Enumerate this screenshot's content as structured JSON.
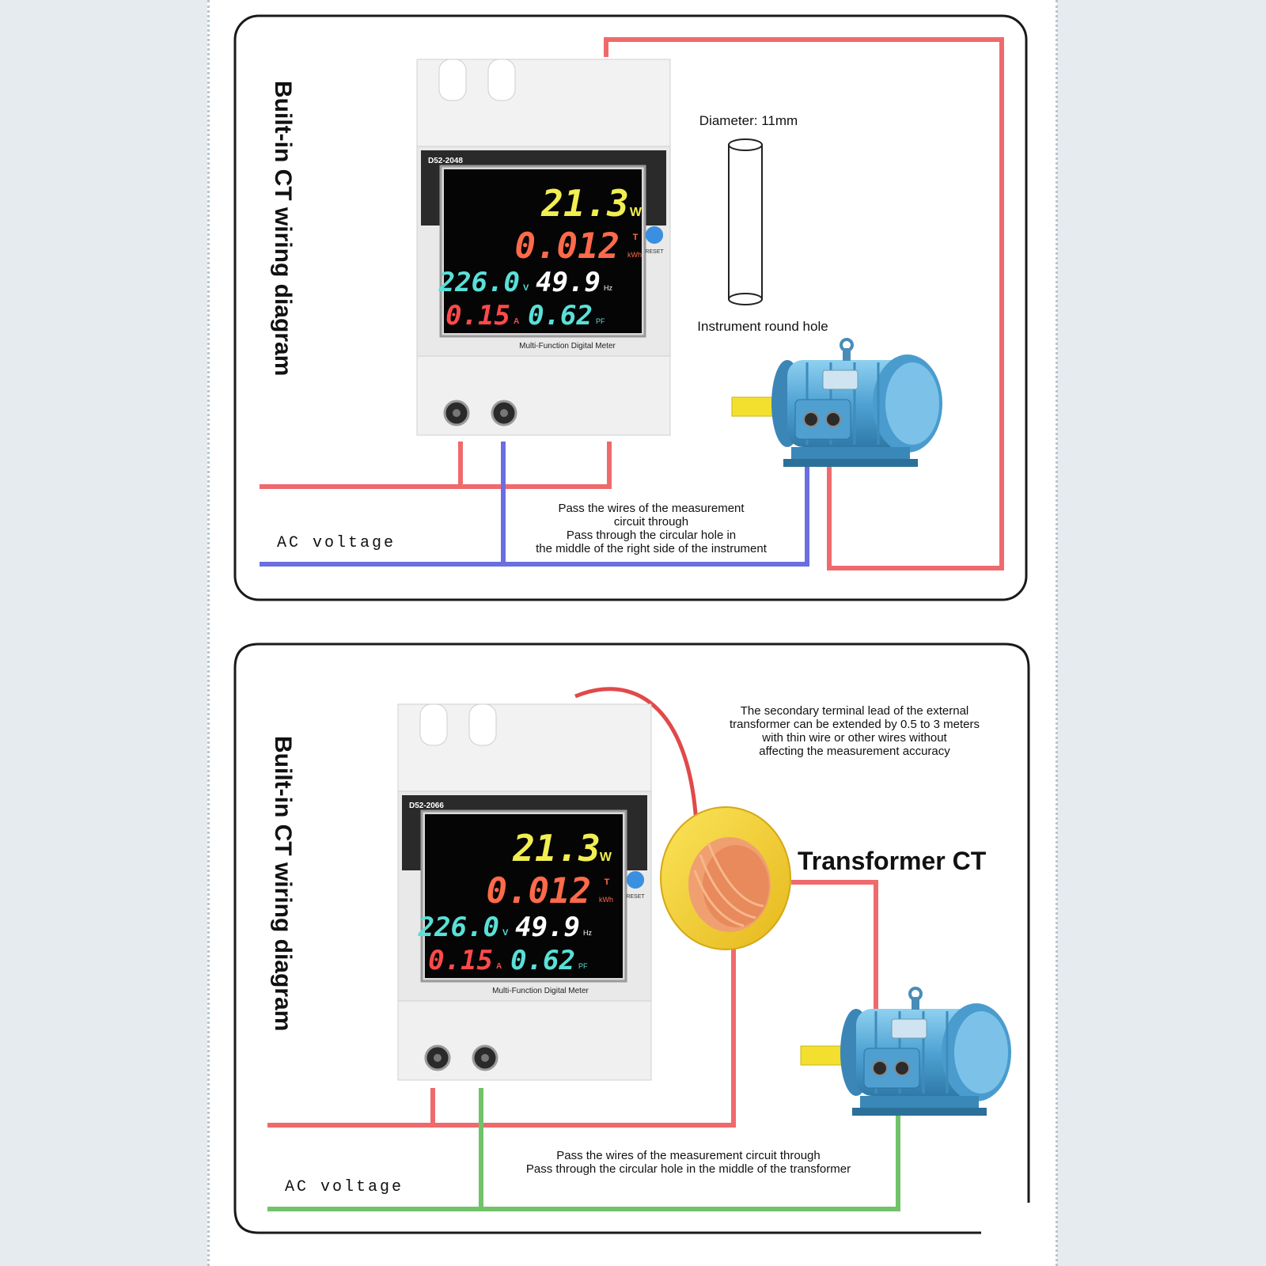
{
  "colors": {
    "page_bg": "#e6ebef",
    "wire_red": "#ef6a6c",
    "wire_blue": "#6b6ee0",
    "wire_green": "#72c26a",
    "motor_blue": "#5aa9d6",
    "ct_yellow": "#f6d533",
    "display_power": "#f1ee52",
    "display_energy": "#ff6a4a",
    "display_voltage": "#59e0d8",
    "display_freq": "#ffffff",
    "display_current": "#ff4a4a",
    "display_pf": "#59e0d8"
  },
  "panels": [
    {
      "title": "Built-in CT wiring diagram",
      "meter": {
        "model": "D52-2048",
        "power_value": "21.3",
        "power_unit": "W",
        "energy_value": "0.012",
        "energy_unit_top": "T",
        "energy_unit": "kWh",
        "voltage_value": "226.0",
        "voltage_unit": "V",
        "frequency_value": "49.9",
        "frequency_unit": "Hz",
        "current_value": "0.15",
        "current_unit": "A",
        "pf_value": "0.62",
        "pf_unit": "PF",
        "button_label": "RESET",
        "caption": "Multi-Function Digital Meter"
      },
      "hole_diameter": "Diameter: 11mm",
      "hole_label": "Instrument round hole",
      "note_lines": [
        "Pass the wires of the measurement",
        "circuit through",
        "Pass through the circular hole in",
        "the middle of the right side of the instrument"
      ],
      "ac_label": "AC voltage"
    },
    {
      "title": "Built-in CT wiring diagram",
      "meter": {
        "model": "D52-2066",
        "power_value": "21.3",
        "power_unit": "W",
        "energy_value": "0.012",
        "energy_unit_top": "T",
        "energy_unit": "kWh",
        "voltage_value": "226.0",
        "voltage_unit": "V",
        "frequency_value": "49.9",
        "frequency_unit": "Hz",
        "current_value": "0.15",
        "current_unit": "A",
        "pf_value": "0.62",
        "pf_unit": "PF",
        "button_label": "RESET",
        "caption": "Multi-Function Digital Meter"
      },
      "transformer_label": "Transformer CT",
      "transformer_note_lines": [
        "The secondary terminal lead of the external",
        "transformer can be extended by 0.5 to 3 meters",
        "with thin wire or other wires without",
        "affecting the measurement accuracy"
      ],
      "note_lines": [
        "Pass the wires of the measurement circuit through",
        "Pass through the circular hole in the middle of the transformer"
      ],
      "ac_label": "AC voltage"
    }
  ]
}
